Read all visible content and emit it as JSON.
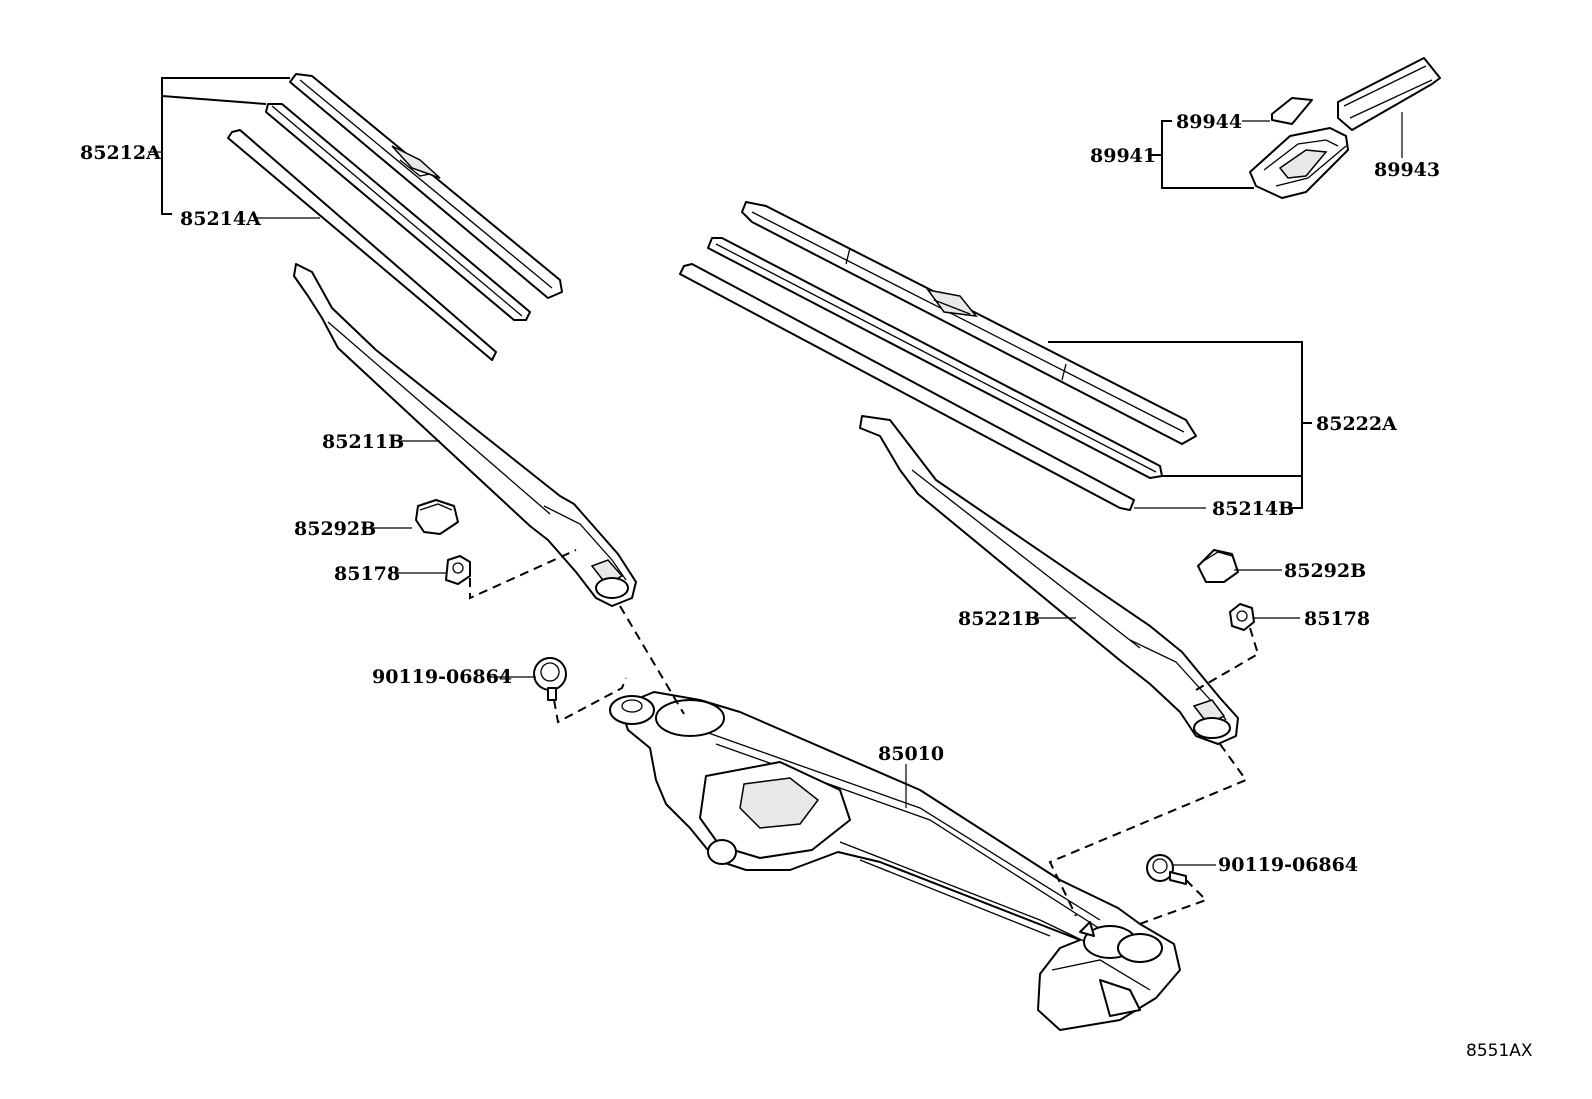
{
  "diagram": {
    "figure_code": "8551AX",
    "labels": {
      "p85212A": "85212A",
      "p85214A": "85214A",
      "p85211B": "85211B",
      "p85292B_left": "85292B",
      "p85178_left": "85178",
      "p90119_left": "90119-06864",
      "p85010": "85010",
      "p89944": "89944",
      "p89941": "89941",
      "p89943": "89943",
      "p85222A": "85222A",
      "p85214B": "85214B",
      "p85292B_right": "85292B",
      "p85178_right": "85178",
      "p85221B": "85221B",
      "p90119_right": "90119-06864"
    }
  }
}
